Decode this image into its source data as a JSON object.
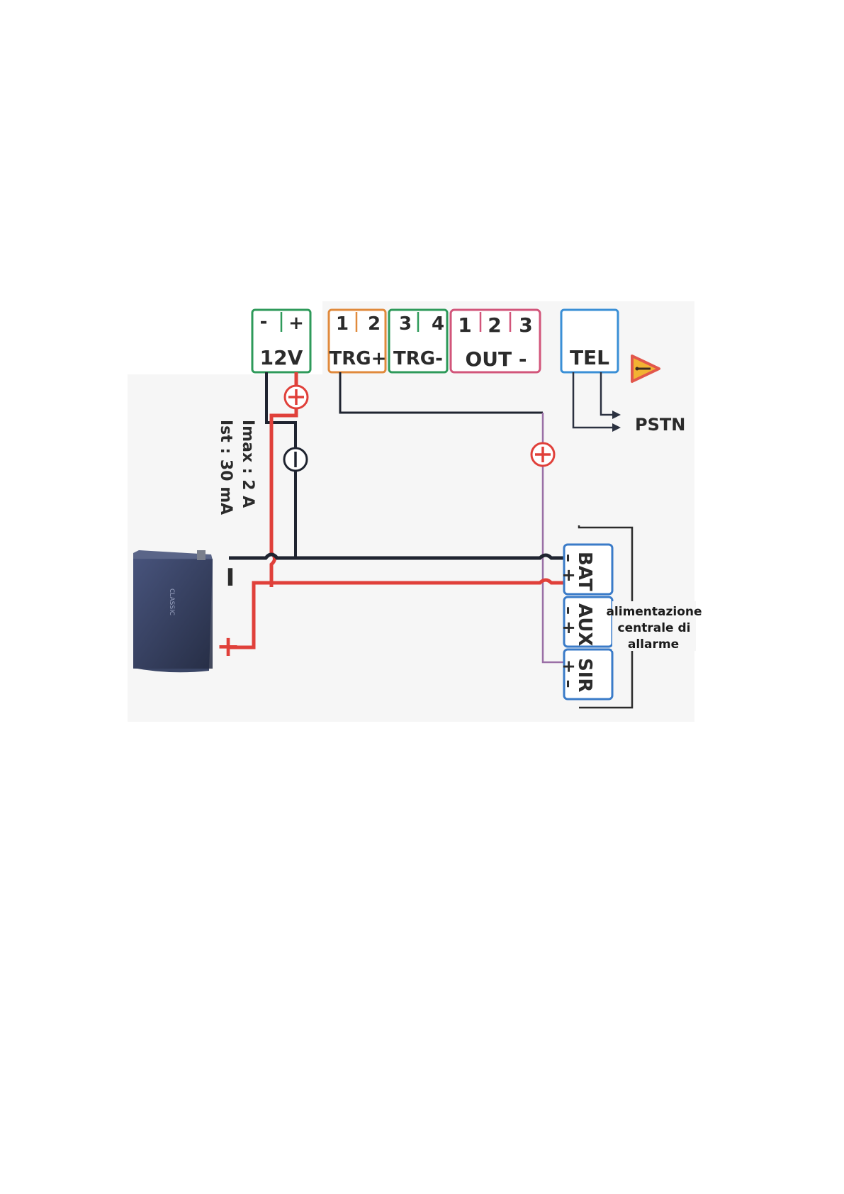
{
  "terminals": {
    "power": {
      "minus": "-",
      "plus": "+",
      "name": "12V"
    },
    "trg_plus": {
      "pin1": "1",
      "pin2": "2",
      "name": "TRG+"
    },
    "trg_minus": {
      "pin3": "3",
      "pin4": "4",
      "name": "TRG-"
    },
    "out": {
      "pin1": "1",
      "pin2": "2",
      "pin3": "3",
      "name": "OUT -"
    },
    "tel": {
      "name": "TEL"
    }
  },
  "pstn_label": "PSTN",
  "current_specs": {
    "imax": "Imax : 2 A",
    "ist": "Ist : 30 mA"
  },
  "battery": {
    "minus": "I",
    "plus": "+"
  },
  "panel": {
    "bat": {
      "name": "BAT",
      "signs": "– +"
    },
    "aux": {
      "name": "AUX",
      "signs": "– +"
    },
    "sir": {
      "name": "SIR",
      "signs": "+ –"
    }
  },
  "note": {
    "line1": "alimentazione",
    "line2": "centrale di",
    "line3": "allarme"
  },
  "colors": {
    "power": "#2e9a5a",
    "trg_plus": "#e08a3c",
    "trg_minus": "#2e9a5a",
    "out": "#d2557a",
    "tel": "#3a8fd6",
    "panel": "#3a7bc8",
    "wire_red": "#e0403a",
    "wire_black": "#1f2430",
    "wire_purple": "#9a6fa6"
  }
}
